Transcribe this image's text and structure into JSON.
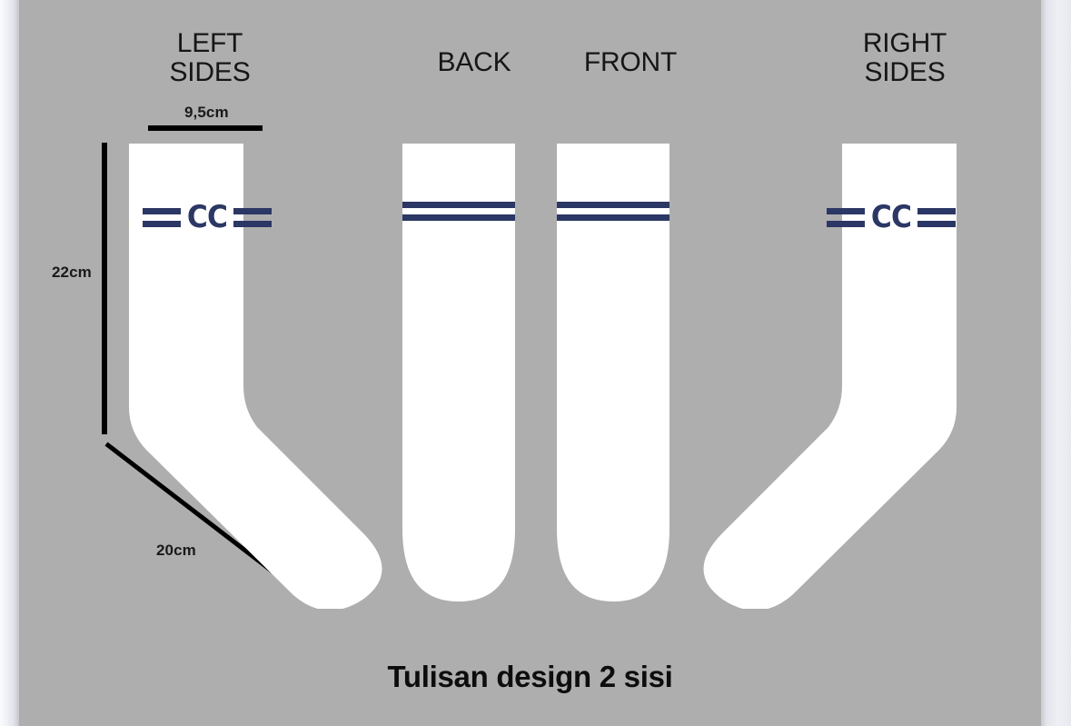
{
  "canvas": {
    "background_color": "#aeaeae",
    "page_background_color": "#ffffff"
  },
  "colors": {
    "sock_fill": "#ffffff",
    "stripe_navy": "#2b3764",
    "annotation_black": "#000000",
    "artboard_gray": "#aeaeae"
  },
  "views": [
    {
      "id": "left-sides",
      "label": "LEFT\nSIDES",
      "has_logo": true,
      "logo_text": "CC",
      "stripe_count": 2,
      "orientation": "foot-right"
    },
    {
      "id": "back",
      "label": "BACK",
      "has_logo": false,
      "logo_text": "",
      "stripe_count": 2,
      "orientation": "tube"
    },
    {
      "id": "front",
      "label": "FRONT",
      "has_logo": false,
      "logo_text": "",
      "stripe_count": 2,
      "orientation": "tube"
    },
    {
      "id": "right-sides",
      "label": "RIGHT\nSIDES",
      "has_logo": true,
      "logo_text": "CC",
      "stripe_count": 2,
      "orientation": "foot-left"
    }
  ],
  "dimensions": {
    "width": "9,5cm",
    "height": "22cm",
    "foot_length": "20cm"
  },
  "caption": "Tulisan design 2 sisi"
}
